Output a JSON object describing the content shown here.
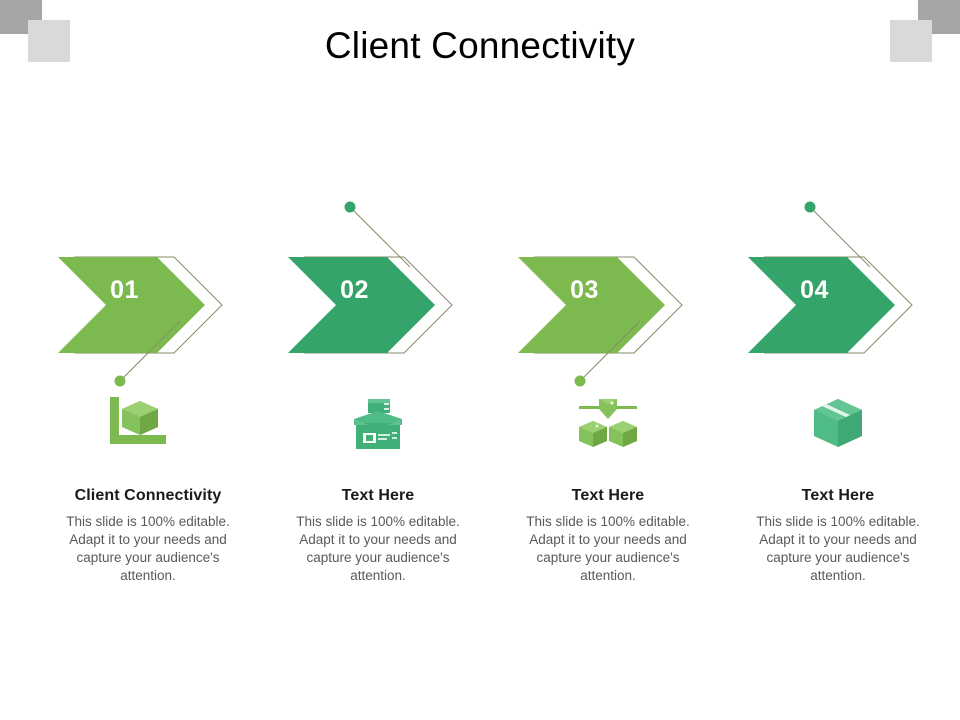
{
  "slide": {
    "title": "Client Connectivity",
    "background_color": "#ffffff",
    "corner_dark_color": "#a6a6a6",
    "corner_light_color": "#d9d9d9"
  },
  "palette": {
    "light_green": "#7CBA4F",
    "dark_green": "#35A46A",
    "connector_line": "#8a8a6a",
    "dot_light": "#7CBA4F",
    "dot_dark": "#35A46A",
    "number_text": "#ffffff",
    "heading_text": "#1a1a1a",
    "body_text": "#595959"
  },
  "steps": [
    {
      "number": "01",
      "color": "#7CBA4F",
      "connector": "down",
      "icon": "bracket-cube-icon",
      "heading": "Client Connectivity",
      "body": "This slide is 100% editable. Adapt it to your needs and capture your audience's attention."
    },
    {
      "number": "02",
      "color": "#35A46A",
      "connector": "up",
      "icon": "open-box-icon",
      "heading": "Text Here",
      "body": "This slide is 100% editable. Adapt it to your needs and capture your audience's attention."
    },
    {
      "number": "03",
      "color": "#7CBA4F",
      "connector": "down",
      "icon": "distribution-node-icon",
      "heading": "Text Here",
      "body": "This slide is 100% editable. Adapt it to your needs and capture your audience's attention."
    },
    {
      "number": "04",
      "color": "#35A46A",
      "connector": "up",
      "icon": "closed-box-icon",
      "heading": "Text Here",
      "body": "This slide is 100% editable. Adapt it to your needs and capture your audience's attention."
    }
  ]
}
